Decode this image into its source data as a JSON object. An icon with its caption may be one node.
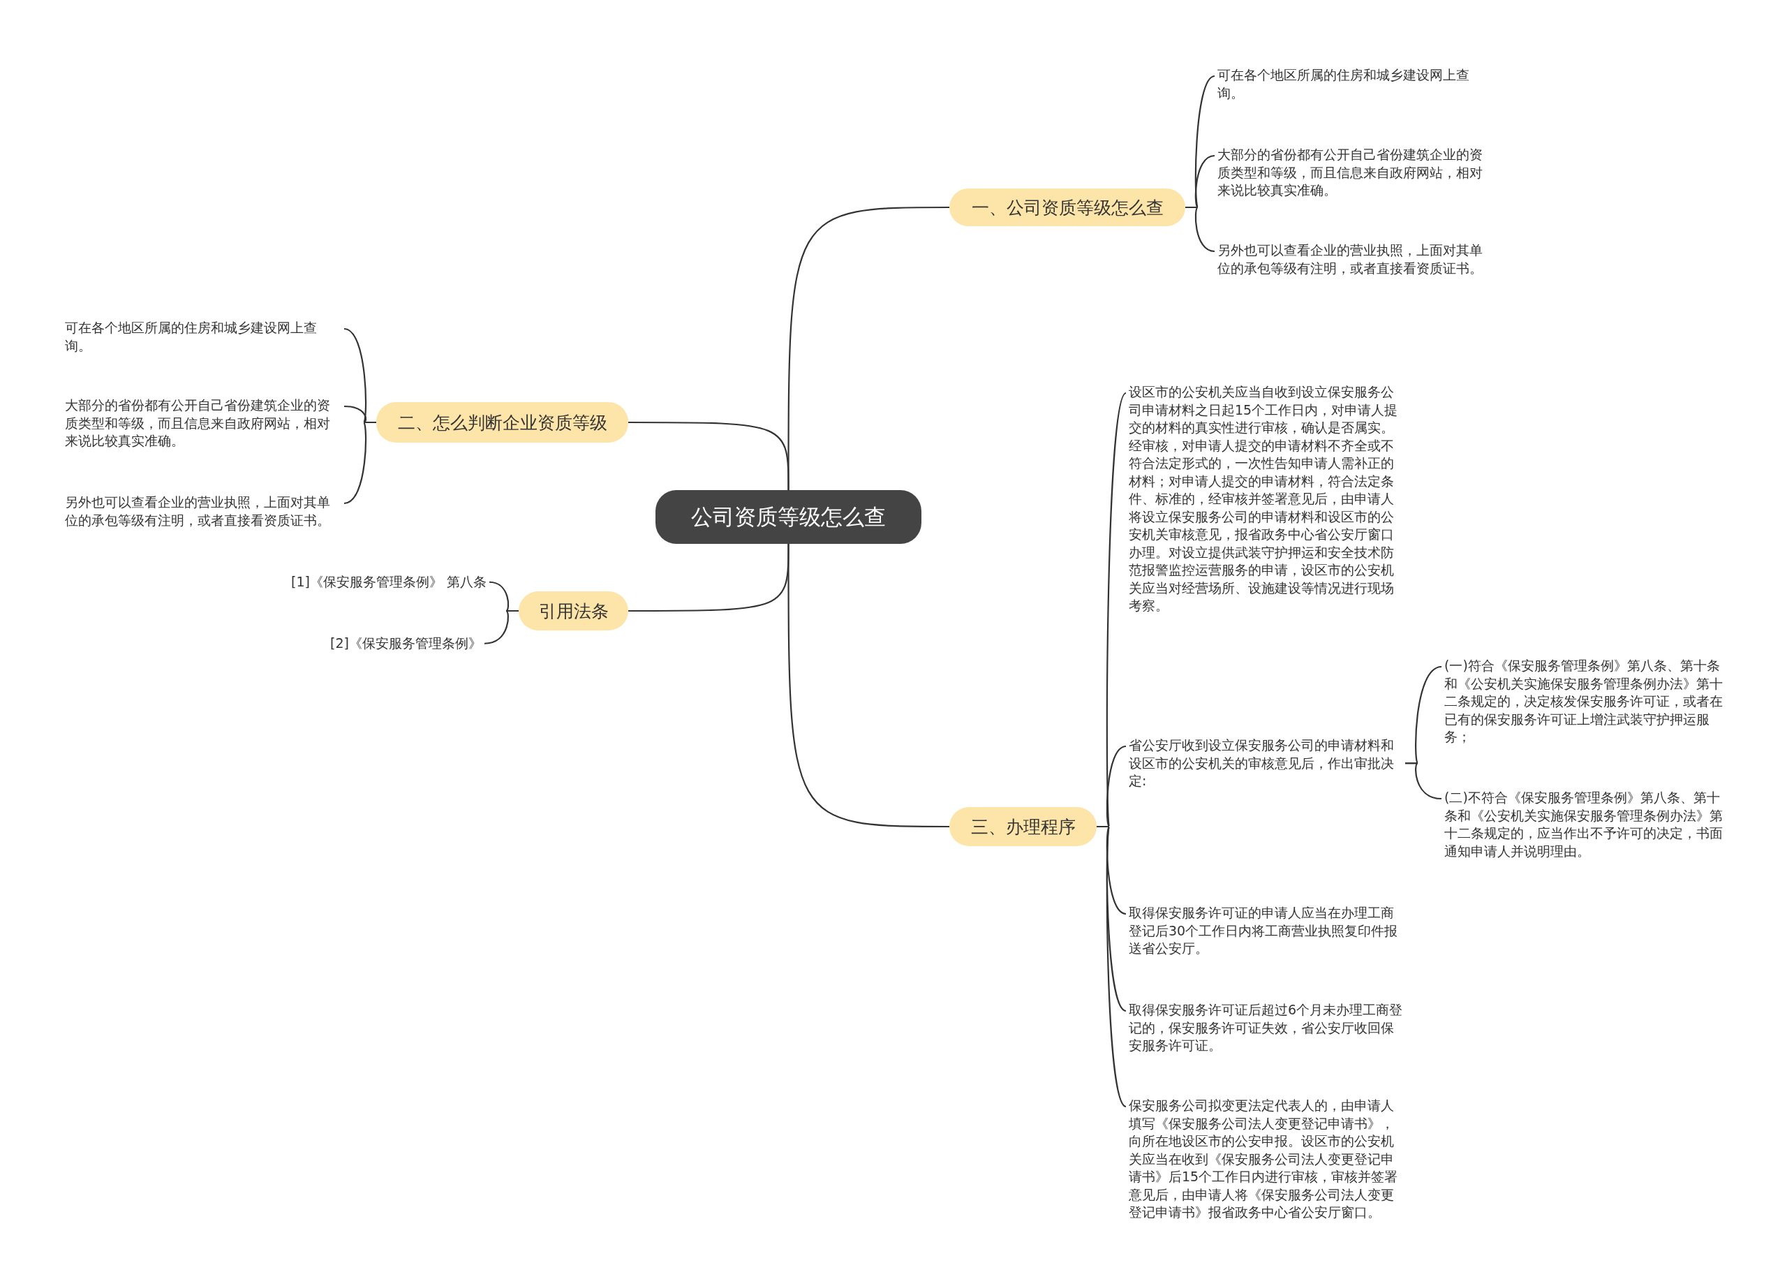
{
  "diagram": {
    "nodes": [
      {
        "text": [
          "公司资质等级怎么查"
        ]
      },
      {
        "text": [
          "一、公司资质等级怎么查"
        ]
      },
      {
        "text": [
          "可在各个地区所属的住房和城乡建设网上查询。"
        ]
      },
      {
        "text": [
          "大部分的省份都有公开自己省份建筑企业的资质类型和等级，而且信息来自政府网站，相对来说比较真实准确。"
        ]
      },
      {
        "text": [
          "另外也可以查看企业的营业执照，上面对其单位的承包等级有注明，或者直接看资质证书。"
        ]
      },
      {
        "text": [
          "二、怎么判断企业资质等级"
        ]
      },
      {
        "text": [
          "可在各个地区所属的住房和城乡建设网上查询。"
        ]
      },
      {
        "text": [
          "大部分的省份都有公开自己省份建筑企业的资质类型和等级，而且信息来自政府网站，相对来说比较真实准确。"
        ]
      },
      {
        "text": [
          "另外也可以查看企业的营业执照，上面对其单位的承包等级有注明，或者直接看资质证书。"
        ]
      },
      {
        "text": [
          "引用法条"
        ]
      },
      {
        "text": [
          "[1]《保安服务管理条例》 第八条"
        ]
      },
      {
        "text": [
          "[2]《保安服务管理条例》"
        ]
      },
      {
        "text": [
          "三、办理程序"
        ]
      },
      {
        "text": [
          "设区市的公安机关应当自收到设立保安服务公司申请材料之日起15个工作日内，对申请人提交的材料的真实性进行审核，确认是否属实。经审核，对申请人提交的申请材料不齐全或不符合法定形式的，一次性告知申请人需补正的材料；对申请人提交的申请材料，符合法定条件、标准的，经审核并签署意见后，由申请人将设立保安服务公司的申请材料和设区市的公安机关审核意见，报省政务中心省公安厅窗口办理。对设立提供武装守护押运和安全技术防范报警监控运营服务的申请，设区市的公安机关应当对经营场所、设施建设等情况进行现场考察。"
        ]
      },
      {
        "text": [
          "省公安厅收到设立保安服务公司的申请材料和设区市的公安机关的审核意见后，作出审批决定:"
        ]
      },
      {
        "text": [
          "(一)符合《保安服务管理条例》第八条、第十条和《公安机关实施保安服务管理条例办法》第十二条规定的，决定核发保安服务许可证，或者在已有的保安服务许可证上增注武装守护押运服务；"
        ]
      },
      {
        "text": [
          "(二)不符合《保安服务管理条例》第八条、第十条和《公安机关实施保安服务管理条例办法》第十二条规定的，应当作出不予许可的决定，书面通知申请人并说明理由。"
        ]
      },
      {
        "text": [
          "取得保安服务许可证的申请人应当在办理工商登记后30个工作日内将工商营业执照复印件报送省公安厅。"
        ]
      },
      {
        "text": [
          "取得保安服务许可证后超过6个月未办理工商登记的，保安服务许可证失效，省公安厅收回保安服务许可证。"
        ]
      },
      {
        "text": [
          "保安服务公司拟变更法定代表人的，由申请人填写《保安服务公司法人变更登记申请书》，向所在地设区市的公安申报。设区市的公安机关应当在收到《保安服务公司法人变更登记申请书》后15个工作日内进行审核，审核并签署意见后，由申请人将《保安服务公司法人变更登记申请书》报省政务中心省公安厅窗口。"
        ]
      }
    ],
    "edges": [
      {
        "from": 0,
        "to": 1,
        "arrow": "none"
      },
      {
        "from": 1,
        "to": 2,
        "arrow": "none"
      },
      {
        "from": 1,
        "to": 3,
        "arrow": "none"
      },
      {
        "from": 1,
        "to": 4,
        "arrow": "none"
      },
      {
        "from": 0,
        "to": 5,
        "arrow": "none"
      },
      {
        "from": 5,
        "to": 6,
        "arrow": "none"
      },
      {
        "from": 5,
        "to": 7,
        "arrow": "none"
      },
      {
        "from": 5,
        "to": 8,
        "arrow": "none"
      },
      {
        "from": 0,
        "to": 9,
        "arrow": "none"
      },
      {
        "from": 9,
        "to": 10,
        "arrow": "none"
      },
      {
        "from": 9,
        "to": 11,
        "arrow": "none"
      },
      {
        "from": 0,
        "to": 12,
        "arrow": "none"
      },
      {
        "from": 12,
        "to": 13,
        "arrow": "none"
      },
      {
        "from": 12,
        "to": 14,
        "arrow": "none"
      },
      {
        "from": 14,
        "to": 15,
        "arrow": "none"
      },
      {
        "from": 14,
        "to": 16,
        "arrow": "none"
      },
      {
        "from": 12,
        "to": 17,
        "arrow": "none"
      },
      {
        "from": 12,
        "to": 18,
        "arrow": "none"
      },
      {
        "from": 12,
        "to": 19,
        "arrow": "none"
      }
    ]
  }
}
